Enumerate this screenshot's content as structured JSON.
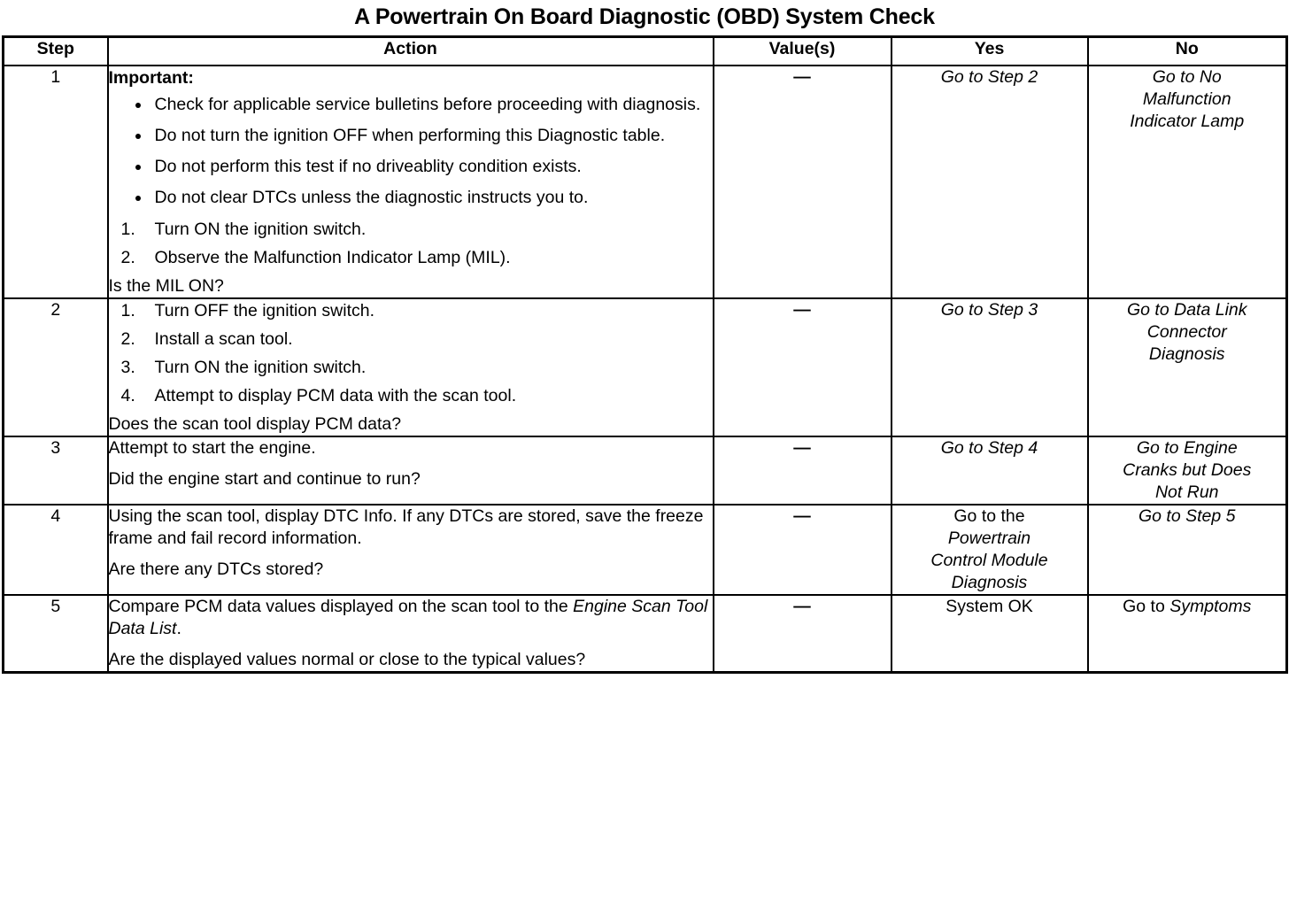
{
  "document": {
    "title": "A Powertrain On Board Diagnostic (OBD) System Check"
  },
  "table": {
    "headers": {
      "step": "Step",
      "action": "Action",
      "values": "Value(s)",
      "yes": "Yes",
      "no": "No"
    },
    "rows": [
      {
        "step": "1",
        "important_label": "Important:",
        "bullets": [
          "Check for applicable service bulletins before proceeding with diagnosis.",
          "Do not turn the ignition OFF when performing this Diagnostic table.",
          "Do not perform this test if no driveablity condition exists.",
          "Do not clear DTCs unless the diagnostic instructs you to."
        ],
        "numbered": [
          {
            "num": "1.",
            "text": "Turn ON the ignition switch."
          },
          {
            "num": "2.",
            "text": "Observe the Malfunction Indicator Lamp (MIL)."
          }
        ],
        "question": "Is the MIL ON?",
        "value": "—",
        "yes": "Go to Step 2",
        "no_lead": "Go to No",
        "no_line2": "Malfunction",
        "no_line3": "Indicator Lamp"
      },
      {
        "step": "2",
        "numbered": [
          {
            "num": "1.",
            "text": "Turn OFF the ignition switch."
          },
          {
            "num": "2.",
            "text": "Install a scan tool."
          },
          {
            "num": "3.",
            "text": "Turn ON the ignition switch."
          },
          {
            "num": "4.",
            "text": "Attempt to display PCM data with the scan tool."
          }
        ],
        "question": "Does the scan tool display PCM data?",
        "value": "—",
        "yes": "Go to Step 3",
        "no_lead": "Go to Data Link",
        "no_line2": "Connector",
        "no_line3": "Diagnosis"
      },
      {
        "step": "3",
        "statement": "Attempt to start the engine.",
        "question": "Did the engine start and continue to run?",
        "value": "—",
        "yes": "Go to Step 4",
        "no_lead": "Go to Engine",
        "no_line2": "Cranks but Does",
        "no_line3": "Not Run"
      },
      {
        "step": "4",
        "statement": "Using the scan tool, display DTC Info. If any DTCs are stored, save the freeze frame and fail record information.",
        "question": "Are there any DTCs stored?",
        "value": "—",
        "yes_lead": "Go to the",
        "yes_line2": "Powertrain",
        "yes_line3": "Control Module",
        "yes_line4": "Diagnosis",
        "no": "Go to Step 5"
      },
      {
        "step": "5",
        "statement_pre": "Compare PCM data values displayed on the scan tool to the ",
        "statement_italic": "Engine Scan Tool Data List",
        "statement_post": ".",
        "question": "Are the displayed values normal or close to the typical values?",
        "value": "—",
        "yes": "System OK",
        "no_pre": "Go to ",
        "no_italic": "Symptoms"
      }
    ]
  }
}
